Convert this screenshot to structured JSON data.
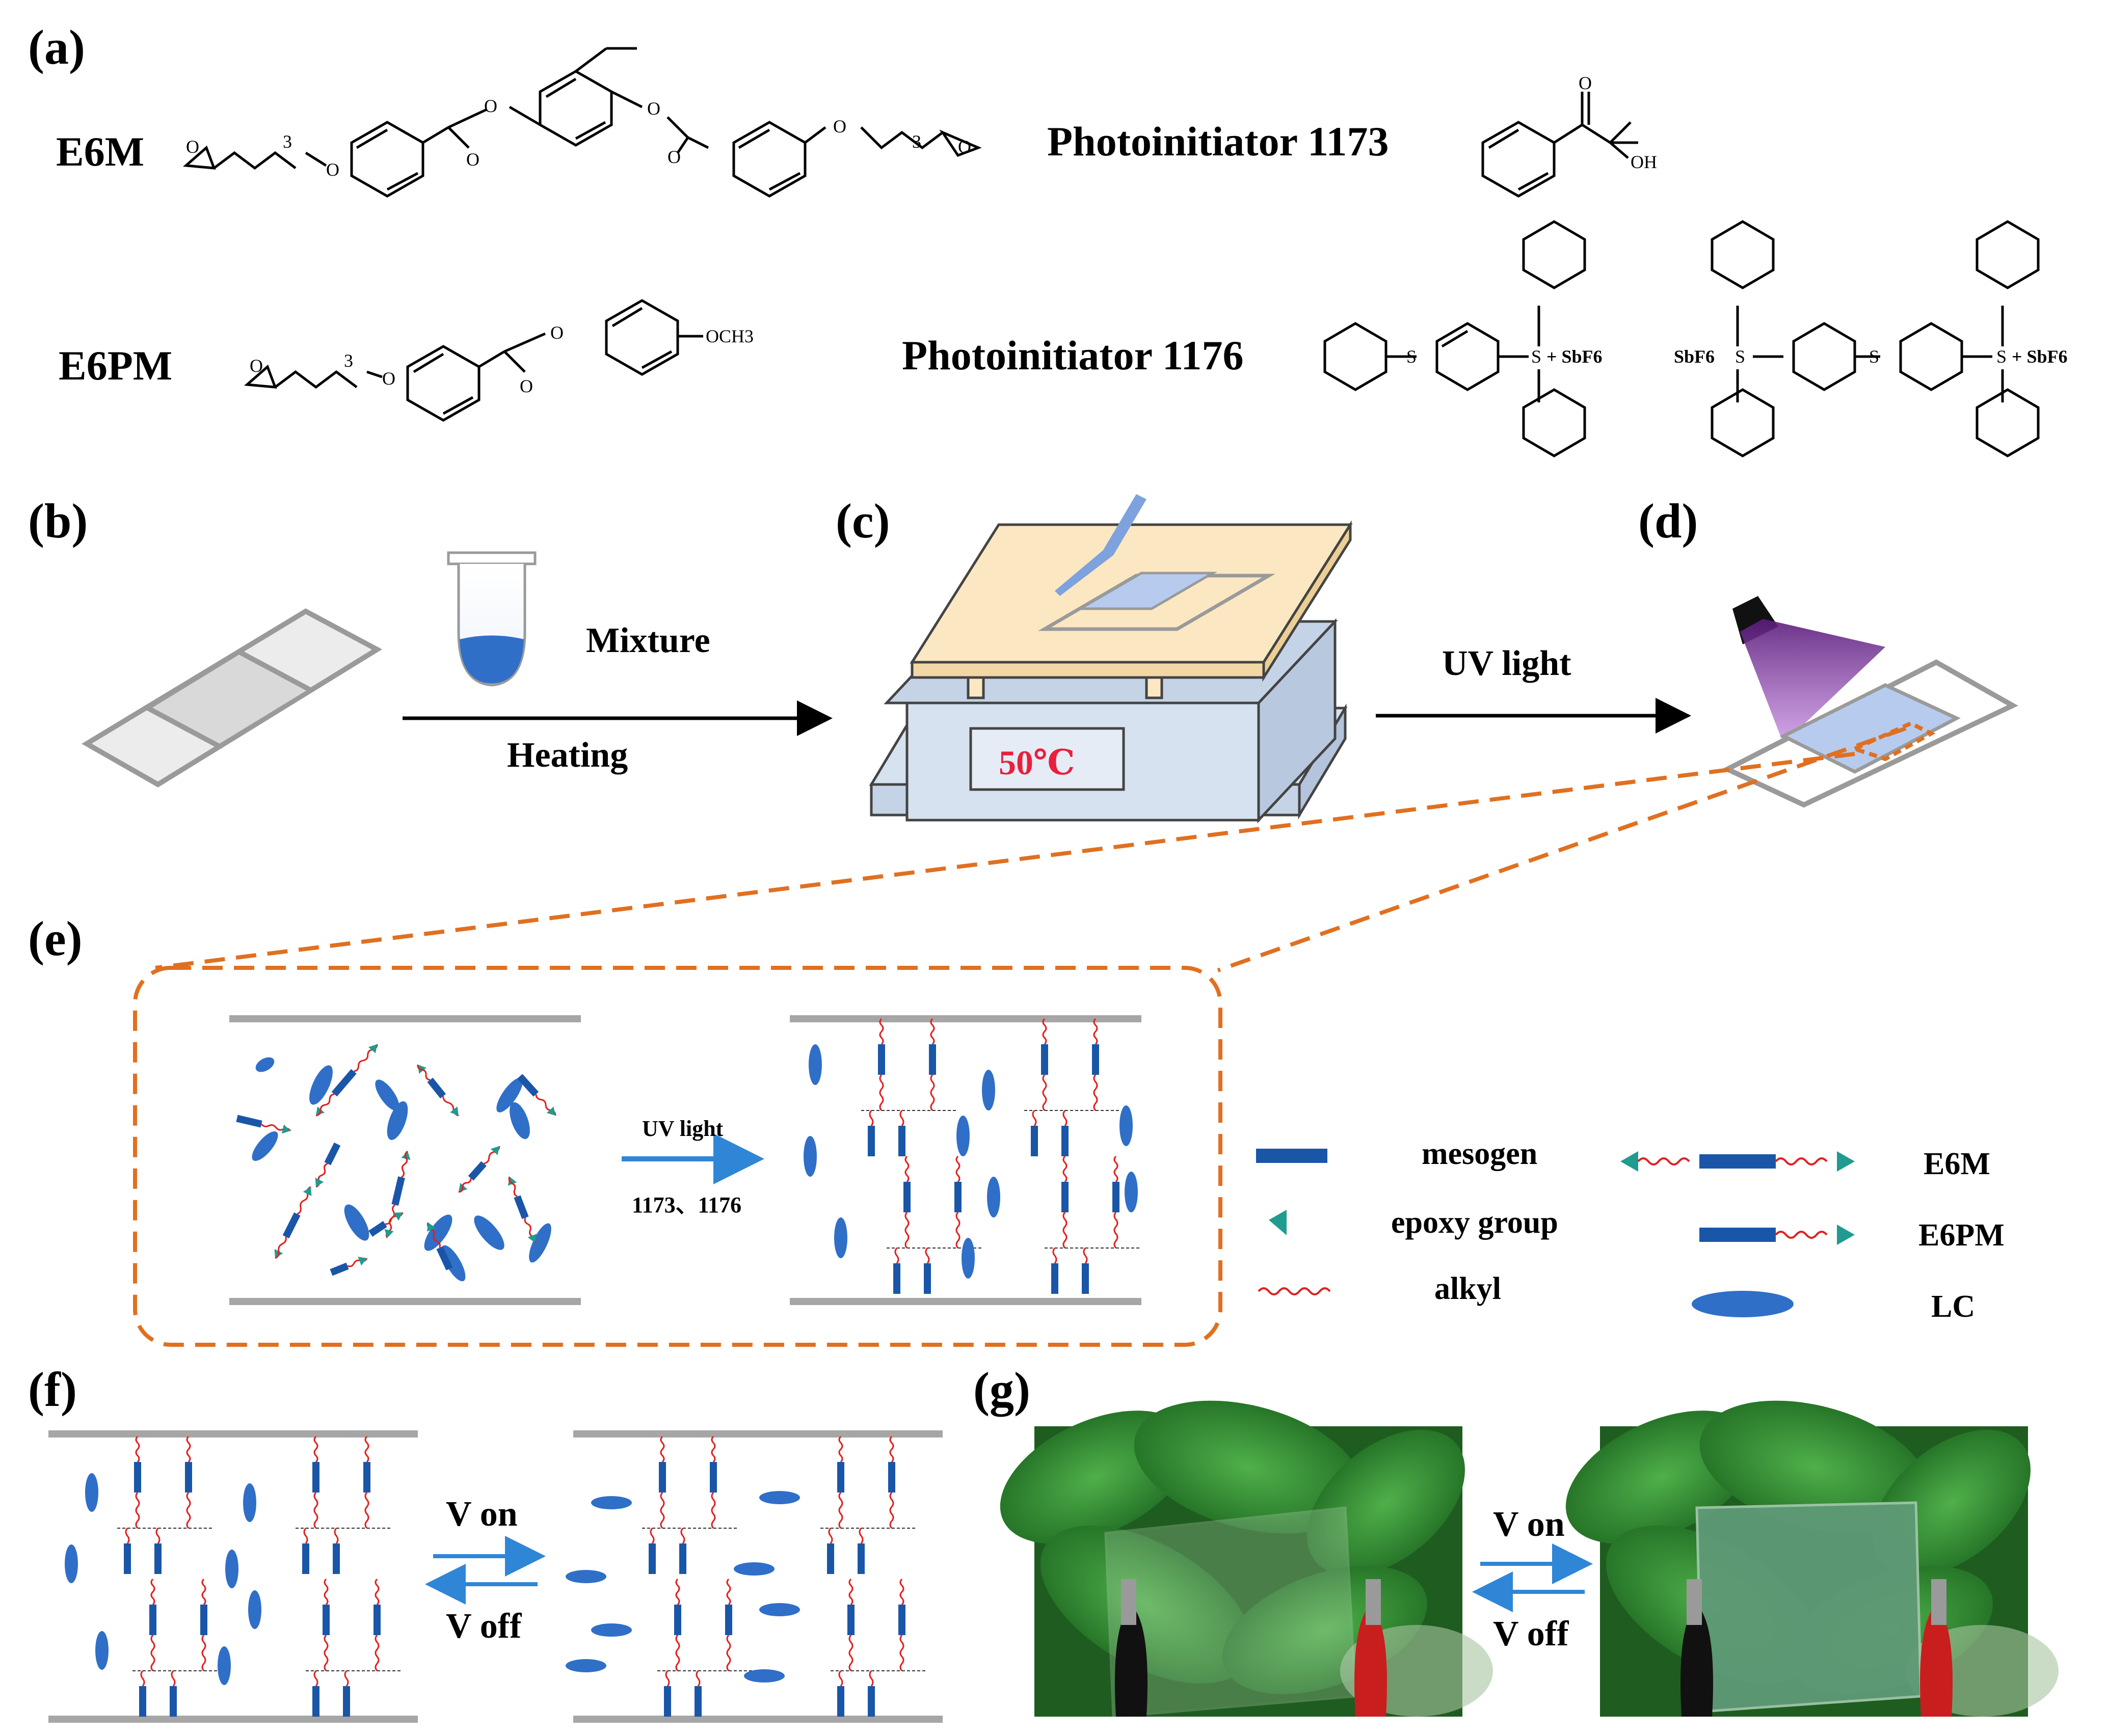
{
  "panels": {
    "a": "(a)",
    "b": "(b)",
    "c": "(c)",
    "d": "(d)",
    "e": "(e)",
    "f": "(f)",
    "g": "(g)"
  },
  "molecules": {
    "e6m": "E6M",
    "e6pm": "E6PM",
    "pi1173": "Photoinitiator 1173",
    "pi1176": "Photoinitiator 1176",
    "atoms": {
      "o": "O",
      "oh": "OH",
      "och3": "OCH3",
      "s": "S",
      "sbf6_plus": "+ SbF6",
      "sbf6": "SbF6",
      "three": "3",
      "minus": "−"
    }
  },
  "process": {
    "mixture": "Mixture",
    "heating": "Heating",
    "temperature": "50℃",
    "uv_light": "UV light"
  },
  "mechanism": {
    "uv_light": "UV light",
    "initiators": "1173、1176"
  },
  "legend": {
    "mesogen": "mesogen",
    "epoxy": "epoxy group",
    "alkyl": "alkyl",
    "e6m": "E6M",
    "e6pm": "E6PM",
    "lc": "LC"
  },
  "switching": {
    "v_on": "V on",
    "v_off": "V off"
  },
  "colors": {
    "mesogen": "#1a56a8",
    "epoxy": "#1f9b8f",
    "alkyl": "#e02020",
    "lc": "#2f6fc8",
    "dashed_frame": "#e07020",
    "arrow_blue": "#2f86d6",
    "hotplate_top": "#fbe8c2",
    "hotplate_body": "#d7e2f0",
    "display_text": "#e8203c",
    "uv_beam": "#8b3fae",
    "leaf": "#2f8a2f",
    "clip_red": "#c81e1e"
  }
}
